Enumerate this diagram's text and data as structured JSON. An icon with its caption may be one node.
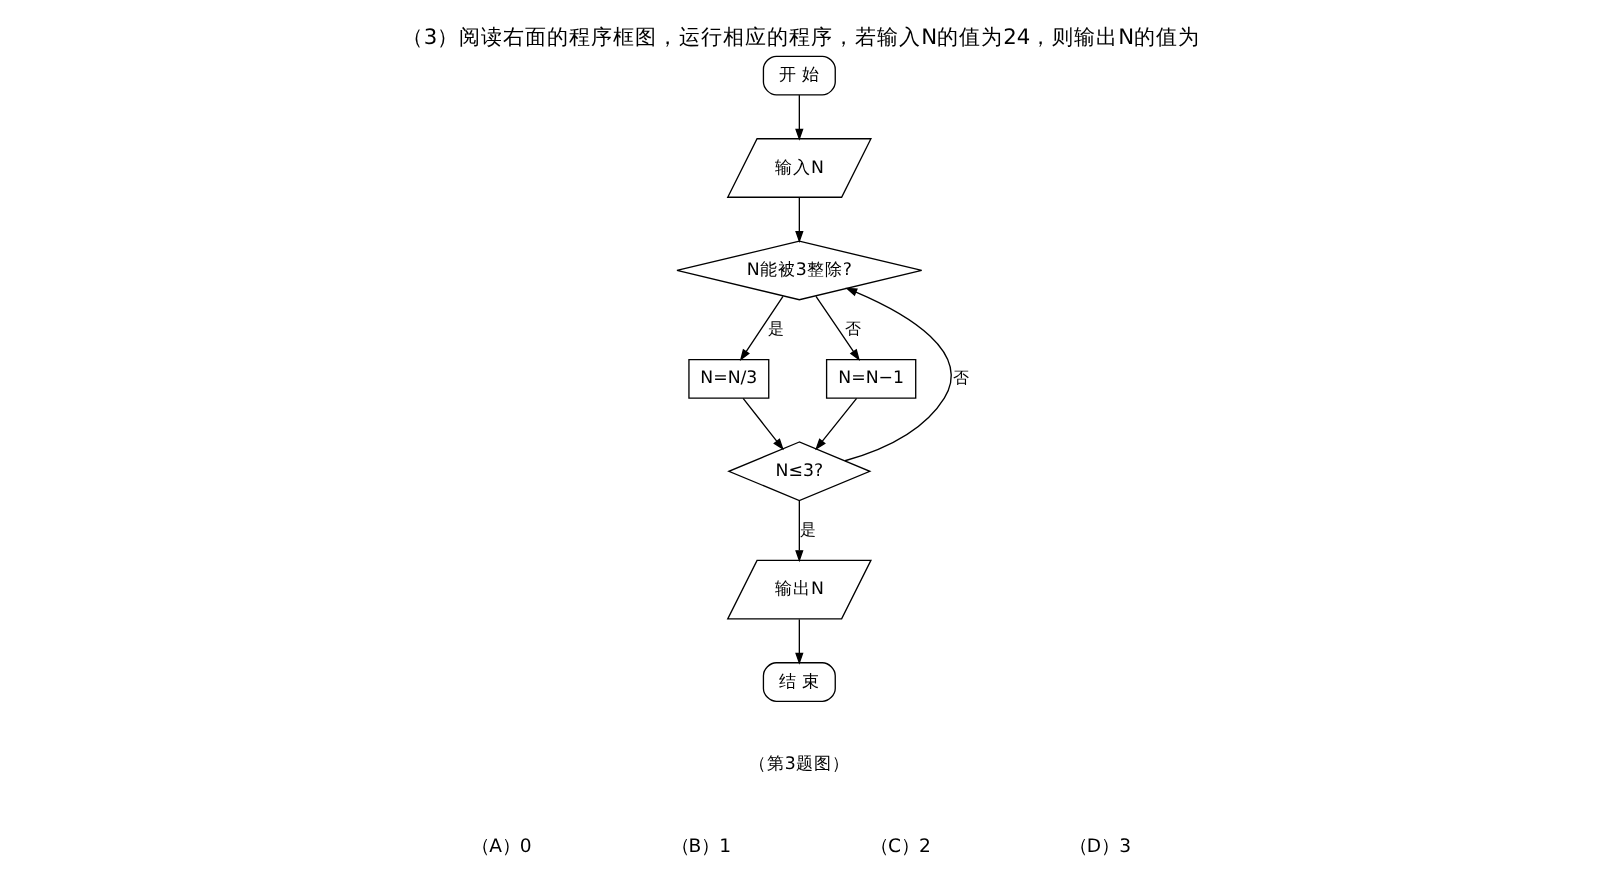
{
  "diagram": {
    "title": "（3）阅读右面的程序框图，运行相应的程序，若输入N的值为24，则输出N的值为",
    "caption": "（第3题图）",
    "nodes": [
      {
        "text": [
          "开 始"
        ]
      },
      {
        "text": [
          "输入N"
        ]
      },
      {
        "text": [
          "N能被3整除?"
        ]
      },
      {
        "text": [
          "N=N/3"
        ]
      },
      {
        "text": [
          "N=N−1"
        ]
      },
      {
        "text": [
          "N≤3?"
        ]
      },
      {
        "text": [
          "输出N"
        ]
      },
      {
        "text": [
          "结 束"
        ]
      }
    ],
    "edges": [
      {
        "from": 0,
        "to": 1,
        "arrow": "to"
      },
      {
        "from": 1,
        "to": 2,
        "arrow": "to"
      },
      {
        "from": 2,
        "to": 3,
        "arrow": "to",
        "label": "是"
      },
      {
        "from": 2,
        "to": 4,
        "arrow": "to",
        "label": "否"
      },
      {
        "from": 3,
        "to": 5,
        "arrow": "to"
      },
      {
        "from": 4,
        "to": 5,
        "arrow": "to"
      },
      {
        "from": 5,
        "to": 2,
        "arrow": "to",
        "label": "否"
      },
      {
        "from": 5,
        "to": 6,
        "arrow": "to",
        "label": "是"
      },
      {
        "from": 6,
        "to": 7,
        "arrow": "to"
      }
    ],
    "labels": [
      "（A）0",
      "（B）1",
      "（C）2",
      "（D）3"
    ]
  }
}
